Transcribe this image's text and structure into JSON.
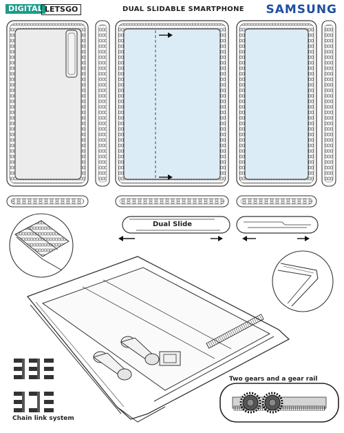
{
  "header": {
    "title": "DUAL SLIDABLE SMARTPHONE",
    "brand": "SAMSUNG",
    "badge_digital": "DIGITAL",
    "badge_letsgo": "LETSGO"
  },
  "labels": {
    "dual_slide": "Dual Slide",
    "gears": "Two gears and a gear rail",
    "chain": "Chain link system"
  },
  "colors": {
    "screen": "#dcecf6",
    "back": "#ececec",
    "stroke": "#333333",
    "accent_brand": "#1f4fa0",
    "badge": "#1e9b8a"
  }
}
